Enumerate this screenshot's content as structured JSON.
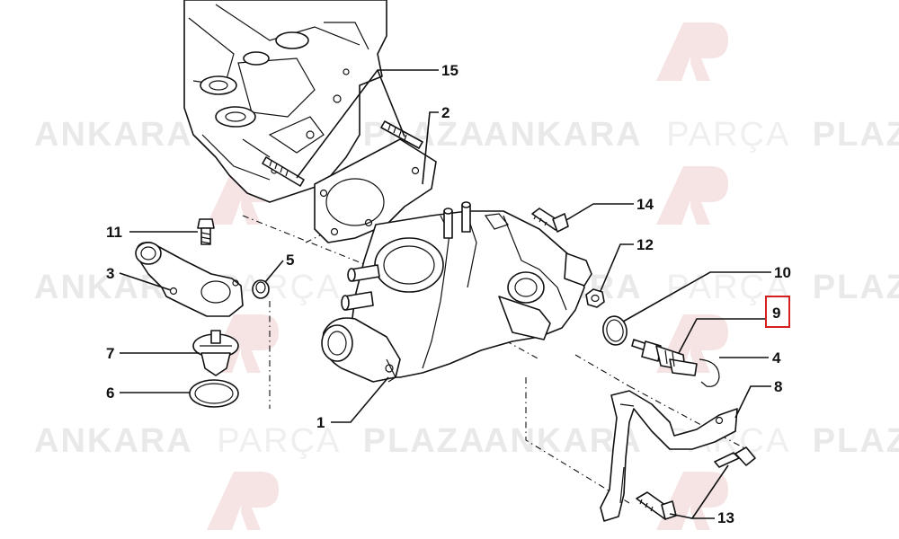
{
  "watermark": {
    "word_bold_1": "ANKARA",
    "word_thin": "PARÇA",
    "word_bold_2": "PLAZA",
    "logo_mark": "AP",
    "color_bold": "#e9e9e9",
    "color_thin": "#efefef",
    "logo_color": "#f6e4e4"
  },
  "parts": [
    {
      "number": "15"
    },
    {
      "number": "2"
    },
    {
      "number": "14"
    },
    {
      "number": "11"
    },
    {
      "number": "12"
    },
    {
      "number": "5"
    },
    {
      "number": "10"
    },
    {
      "number": "3"
    },
    {
      "number": "9",
      "highlighted": true
    },
    {
      "number": "4"
    },
    {
      "number": "7"
    },
    {
      "number": "8"
    },
    {
      "number": "6"
    },
    {
      "number": "1"
    },
    {
      "number": "13"
    }
  ],
  "highlight_color": "#d42020"
}
